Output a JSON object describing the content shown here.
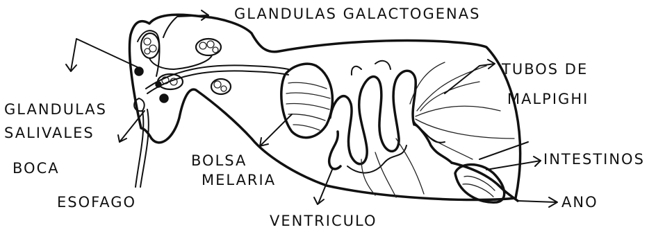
{
  "labels": {
    "glandulas_galactogenas": "GLANDULAS GALACTOGENAS",
    "tubos_de": "TUBOS  DE",
    "malpighi": "MALPIGHI",
    "glandulas": "GLANDULAS",
    "salivales": "SALIVALES",
    "boca": "BOCA",
    "bolsa": "BOLSA",
    "melaria": "MELARIA",
    "intestinos": "INTESTINOS",
    "esofago": "ESOFAGO",
    "ano": "ANO",
    "ventriculo": "VENTRICULO"
  }
}
